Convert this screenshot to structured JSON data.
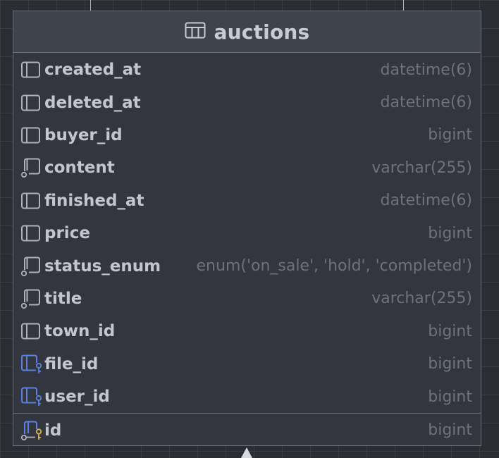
{
  "table": {
    "name": "auctions",
    "icon": "table-grid-icon",
    "columns": [
      {
        "name": "created_at",
        "type": "datetime(6)",
        "icon": "column-icon"
      },
      {
        "name": "deleted_at",
        "type": "datetime(6)",
        "icon": "column-icon"
      },
      {
        "name": "buyer_id",
        "type": "bigint",
        "icon": "column-icon"
      },
      {
        "name": "content",
        "type": "varchar(255)",
        "icon": "column-not-null-icon"
      },
      {
        "name": "finished_at",
        "type": "datetime(6)",
        "icon": "column-icon"
      },
      {
        "name": "price",
        "type": "bigint",
        "icon": "column-icon"
      },
      {
        "name": "status_enum",
        "type": "enum('on_sale', 'hold', 'completed')",
        "icon": "column-not-null-icon"
      },
      {
        "name": "title",
        "type": "varchar(255)",
        "icon": "column-not-null-icon"
      },
      {
        "name": "town_id",
        "type": "bigint",
        "icon": "column-icon"
      },
      {
        "name": "file_id",
        "type": "bigint",
        "icon": "foreign-key-icon"
      },
      {
        "name": "user_id",
        "type": "bigint",
        "icon": "foreign-key-icon"
      }
    ],
    "primary_key": {
      "name": "id",
      "type": "bigint",
      "icon": "primary-key-icon"
    }
  },
  "colors": {
    "background": "#2b2d32",
    "table_body": "#33363e",
    "header": "#3f434c",
    "foreign_key": "#5b82e0",
    "primary_key": "#d9b64a"
  }
}
